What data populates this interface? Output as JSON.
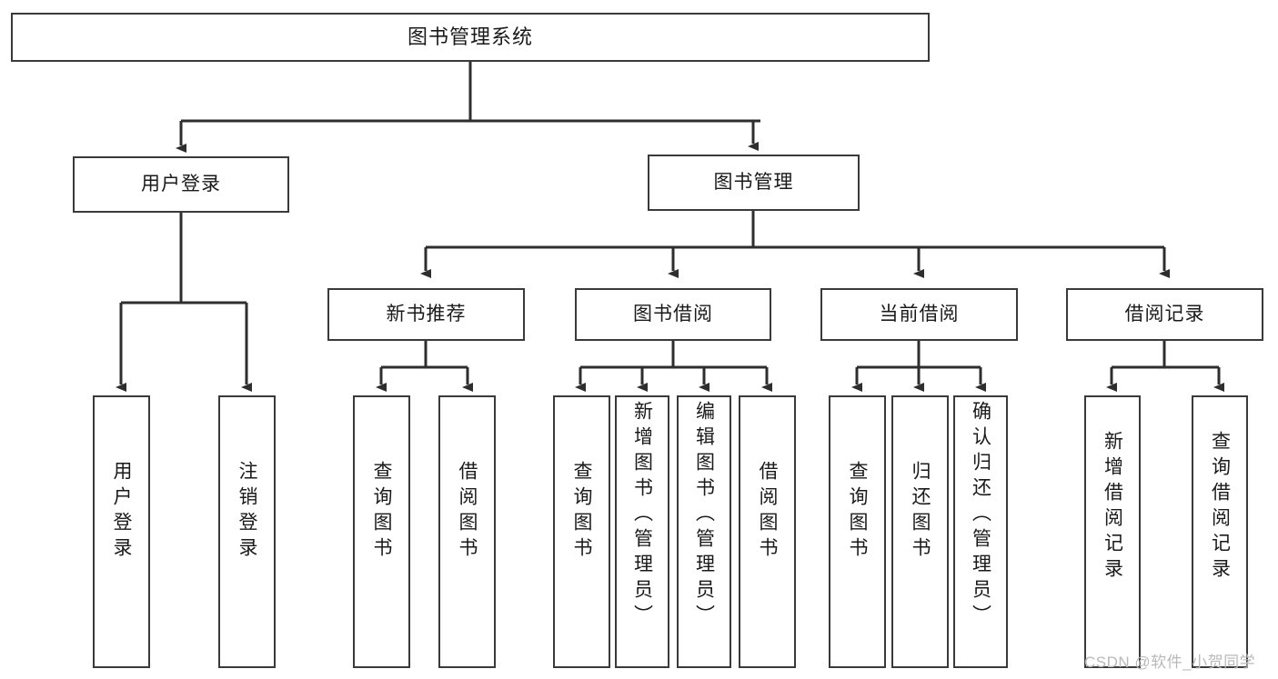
{
  "diagram": {
    "title": "图书管理系统",
    "type": "hierarchy-tree",
    "watermark": "CSDN @软件_小贺同学",
    "colors": {
      "box_border": "#3a3a3a",
      "box_fill": "#ffffff",
      "connector": "#2e2e2e",
      "text": "#1a1a1a",
      "watermark": "#b9b9b9",
      "background": "#ffffff"
    },
    "root": {
      "label": "图书管理系统"
    },
    "level2": [
      {
        "label": "用户登录"
      },
      {
        "label": "图书管理"
      }
    ],
    "level3": [
      {
        "label": "新书推荐"
      },
      {
        "label": "图书借阅"
      },
      {
        "label": "当前借阅"
      },
      {
        "label": "借阅记录"
      }
    ],
    "leaves": {
      "user_login": [
        {
          "label": "用户登录"
        },
        {
          "label": "注销登录"
        }
      ],
      "new_book_recommend": [
        {
          "label": "查询图书"
        },
        {
          "label": "借阅图书"
        }
      ],
      "book_borrow": [
        {
          "label": "查询图书"
        },
        {
          "label": "新增图书（管理员）"
        },
        {
          "label": "编辑图书（管理员）"
        },
        {
          "label": "借阅图书"
        }
      ],
      "current_borrow": [
        {
          "label": "查询图书"
        },
        {
          "label": "归还图书"
        },
        {
          "label": "确认归还（管理员）"
        }
      ],
      "borrow_record": [
        {
          "label": "新增借阅记录"
        },
        {
          "label": "查询借阅记录"
        }
      ]
    }
  }
}
